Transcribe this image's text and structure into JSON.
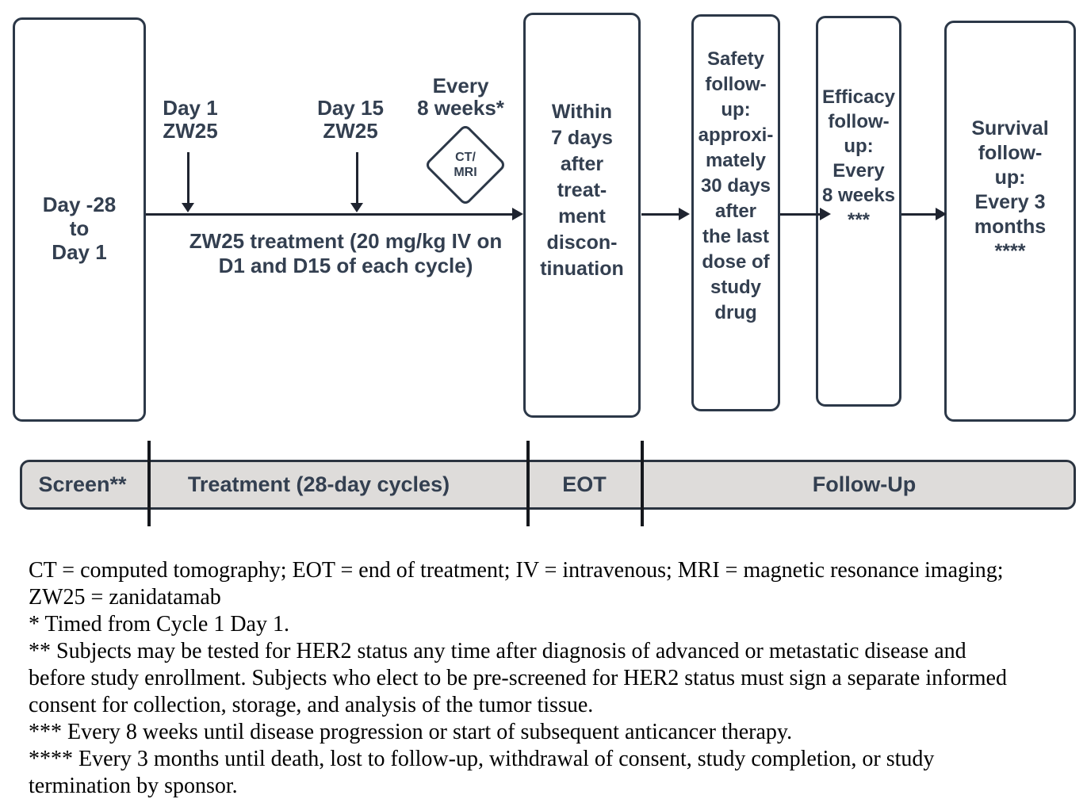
{
  "boxes": {
    "screening": {
      "lines": [
        "Day -28",
        "to",
        "Day 1"
      ]
    },
    "eot_window": {
      "lines": [
        "Within",
        "7 days",
        "after",
        "treat-",
        "ment",
        "discon-",
        "tinuation"
      ]
    },
    "safety": {
      "lines": [
        "Safety",
        "follow-",
        "up:",
        "approxi-",
        "mately",
        "30 days",
        "after",
        "the last",
        "dose of",
        "study",
        "drug"
      ]
    },
    "efficacy": {
      "lines": [
        "Efficacy",
        "follow-",
        "up:",
        "Every",
        "8 weeks",
        "***"
      ]
    },
    "survival": {
      "lines": [
        "Survival",
        "follow-",
        "up:",
        "Every 3",
        "months",
        "****"
      ]
    }
  },
  "timeline": {
    "day1_label": {
      "lines": [
        "Day 1",
        "ZW25"
      ]
    },
    "day15_label": {
      "lines": [
        "Day 15",
        "ZW25"
      ]
    },
    "scan_label": {
      "lines": [
        "Every",
        "8 weeks*"
      ]
    },
    "scan_diamond": {
      "lines": [
        "CT/",
        "MRI"
      ]
    },
    "treatment_label": {
      "lines": [
        "ZW25 treatment (20 mg/kg IV on",
        "D1 and D15 of each cycle)"
      ]
    }
  },
  "phase_bar": {
    "segments": [
      {
        "label": "Screen**"
      },
      {
        "label": "Treatment (28-day cycles)"
      },
      {
        "label": "EOT"
      },
      {
        "label": "Follow-Up"
      }
    ]
  },
  "footnotes": {
    "lines": [
      "CT = computed tomography; EOT = end of treatment; IV = intravenous; MRI = magnetic resonance imaging;",
      "ZW25 = zanidatamab",
      "* Timed from Cycle 1 Day 1.",
      "** Subjects may be tested for HER2 status any time after diagnosis of advanced or metastatic disease and",
      "before study enrollment. Subjects who elect to be pre-screened for HER2 status must sign a separate informed",
      "consent for collection, storage, and analysis of the tumor tissue.",
      "*** Every 8 weeks until disease progression or start of subsequent anticancer therapy.",
      "**** Every 3 months until death, lost to follow-up, withdrawal of consent, study completion, or study",
      "termination by sponsor."
    ]
  },
  "colors": {
    "diagram_text": "#333F50",
    "box_border": "#2c3848",
    "arrow": "#1f2430",
    "bar_fill": "#dedcda",
    "footnote_text": "#000000"
  }
}
